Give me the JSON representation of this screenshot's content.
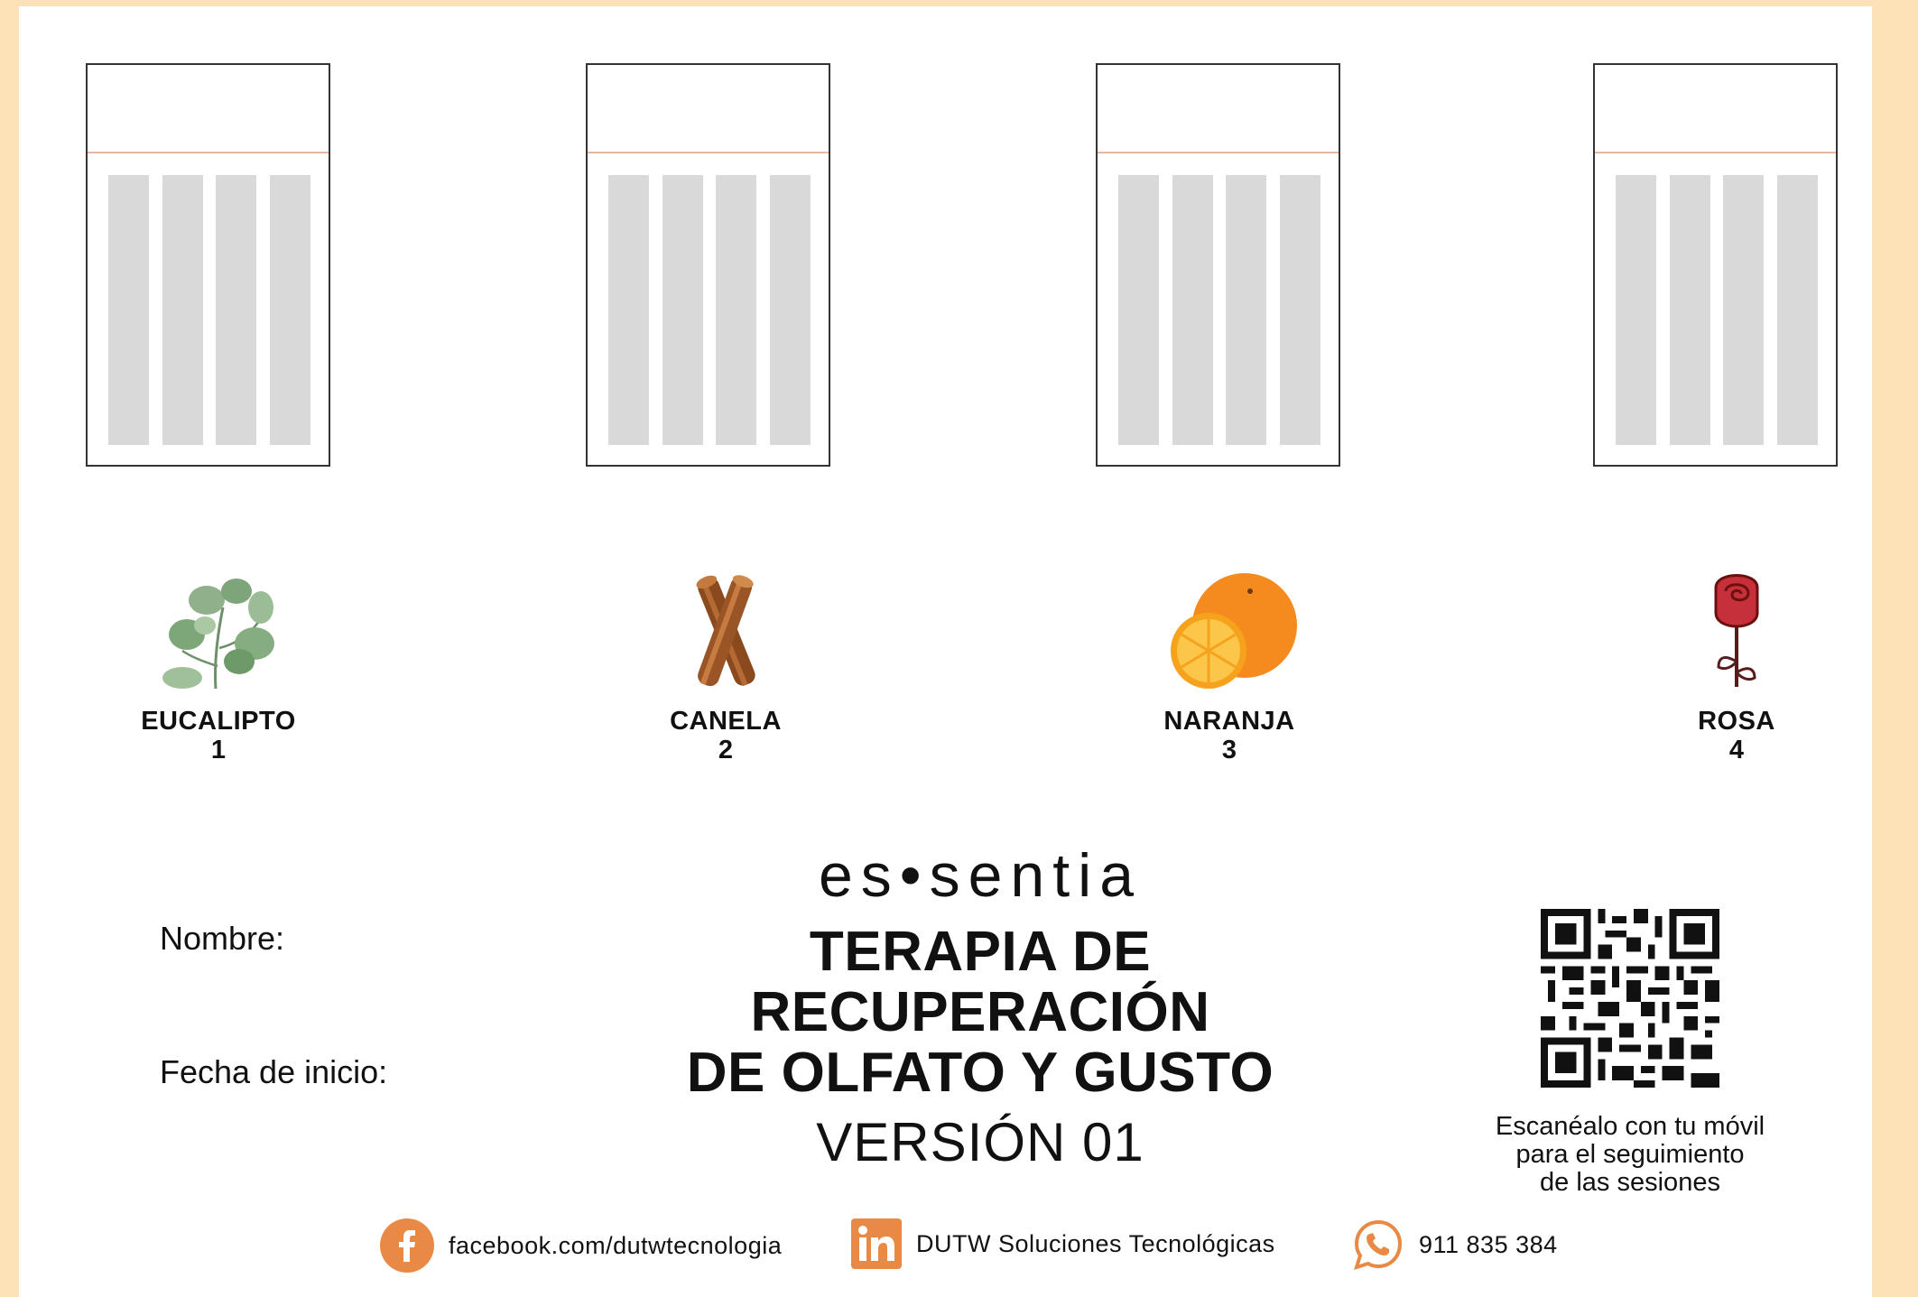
{
  "items": [
    {
      "name": "EUCALIPTO",
      "number": "1",
      "icon": "eucalyptus-icon"
    },
    {
      "name": "CANELA",
      "number": "2",
      "icon": "cinnamon-icon"
    },
    {
      "name": "NARANJA",
      "number": "3",
      "icon": "orange-icon"
    },
    {
      "name": "ROSA",
      "number": "4",
      "icon": "rose-icon"
    }
  ],
  "form": {
    "name_label": "Nombre:",
    "start_date_label": "Fecha de inicio:"
  },
  "brand": "es•sentia",
  "title_lines": [
    "TERAPIA DE",
    "RECUPERACIÓN",
    "DE OLFATO Y GUSTO"
  ],
  "version": "VERSIÓN 01",
  "qr": {
    "caption_lines": [
      "Escanéalo con tu móvil",
      "para el seguimiento",
      "de las sesiones"
    ]
  },
  "footer": {
    "facebook": "facebook.com/dutwtecnologia",
    "linkedin": "DUTW Soluciones Tecnológicas",
    "phone": "911 835 384"
  },
  "colors": {
    "background": "#fde2b8",
    "accent_orange": "#e88a45",
    "divider": "#e6b7a4",
    "bars": "#d9d9d9"
  }
}
